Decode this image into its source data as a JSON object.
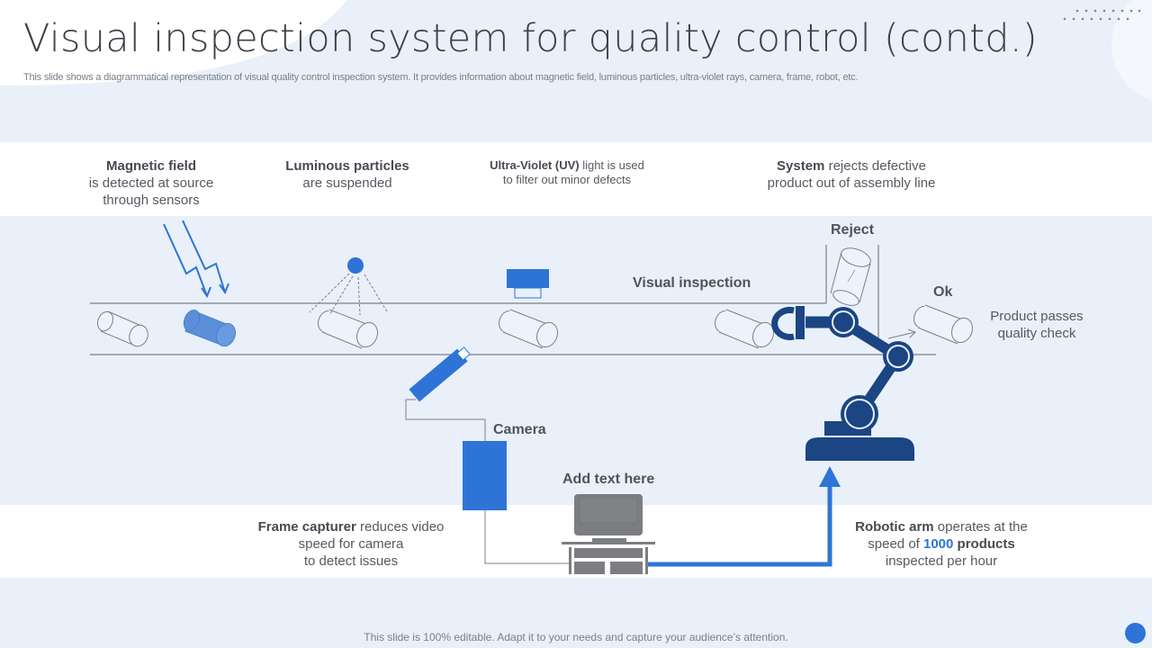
{
  "header": {
    "title": "Visual inspection system for quality control (contd.)",
    "subtitle": "This slide shows a diagrammatical representation of visual quality control inspection system. It provides information about magnetic field, luminous particles, ultra-violet rays, camera, frame, robot, etc."
  },
  "top_captions": [
    {
      "bold": "Magnetic field",
      "line2": "is detected at source",
      "line3": "through  sensors"
    },
    {
      "bold": "Luminous particles",
      "line2": "are suspended"
    },
    {
      "bold": "Ultra-Violet (UV)",
      "rest": " light is used",
      "line2": "to filter out minor defects"
    },
    {
      "bold": "System",
      "rest": " rejects defective",
      "line2": "product out of assembly line"
    }
  ],
  "labels": {
    "visual_inspection": "Visual inspection",
    "reject": "Reject",
    "ok": "Ok",
    "camera": "Camera",
    "add_text": "Add text here",
    "product_passes_1": "Product passes",
    "product_passes_2": "quality check"
  },
  "bottom_captions": {
    "frame": {
      "bold": "Frame capturer",
      "rest": " reduces video",
      "line2": "speed for camera",
      "line3": "to detect issues"
    },
    "robot": {
      "bold": "Robotic arm",
      "rest": " operates at the",
      "line2a": "speed of ",
      "highlight": "1000",
      "line2b": " products",
      "line3": "inspected per hour"
    }
  },
  "footer": "This slide is 100% editable. Adapt it to your needs and capture your audience’s attention.",
  "colors": {
    "accent_blue": "#2e74d6",
    "navy": "#1b4583",
    "background": "#e9f0fa",
    "gray_icon": "#7b7d80"
  }
}
